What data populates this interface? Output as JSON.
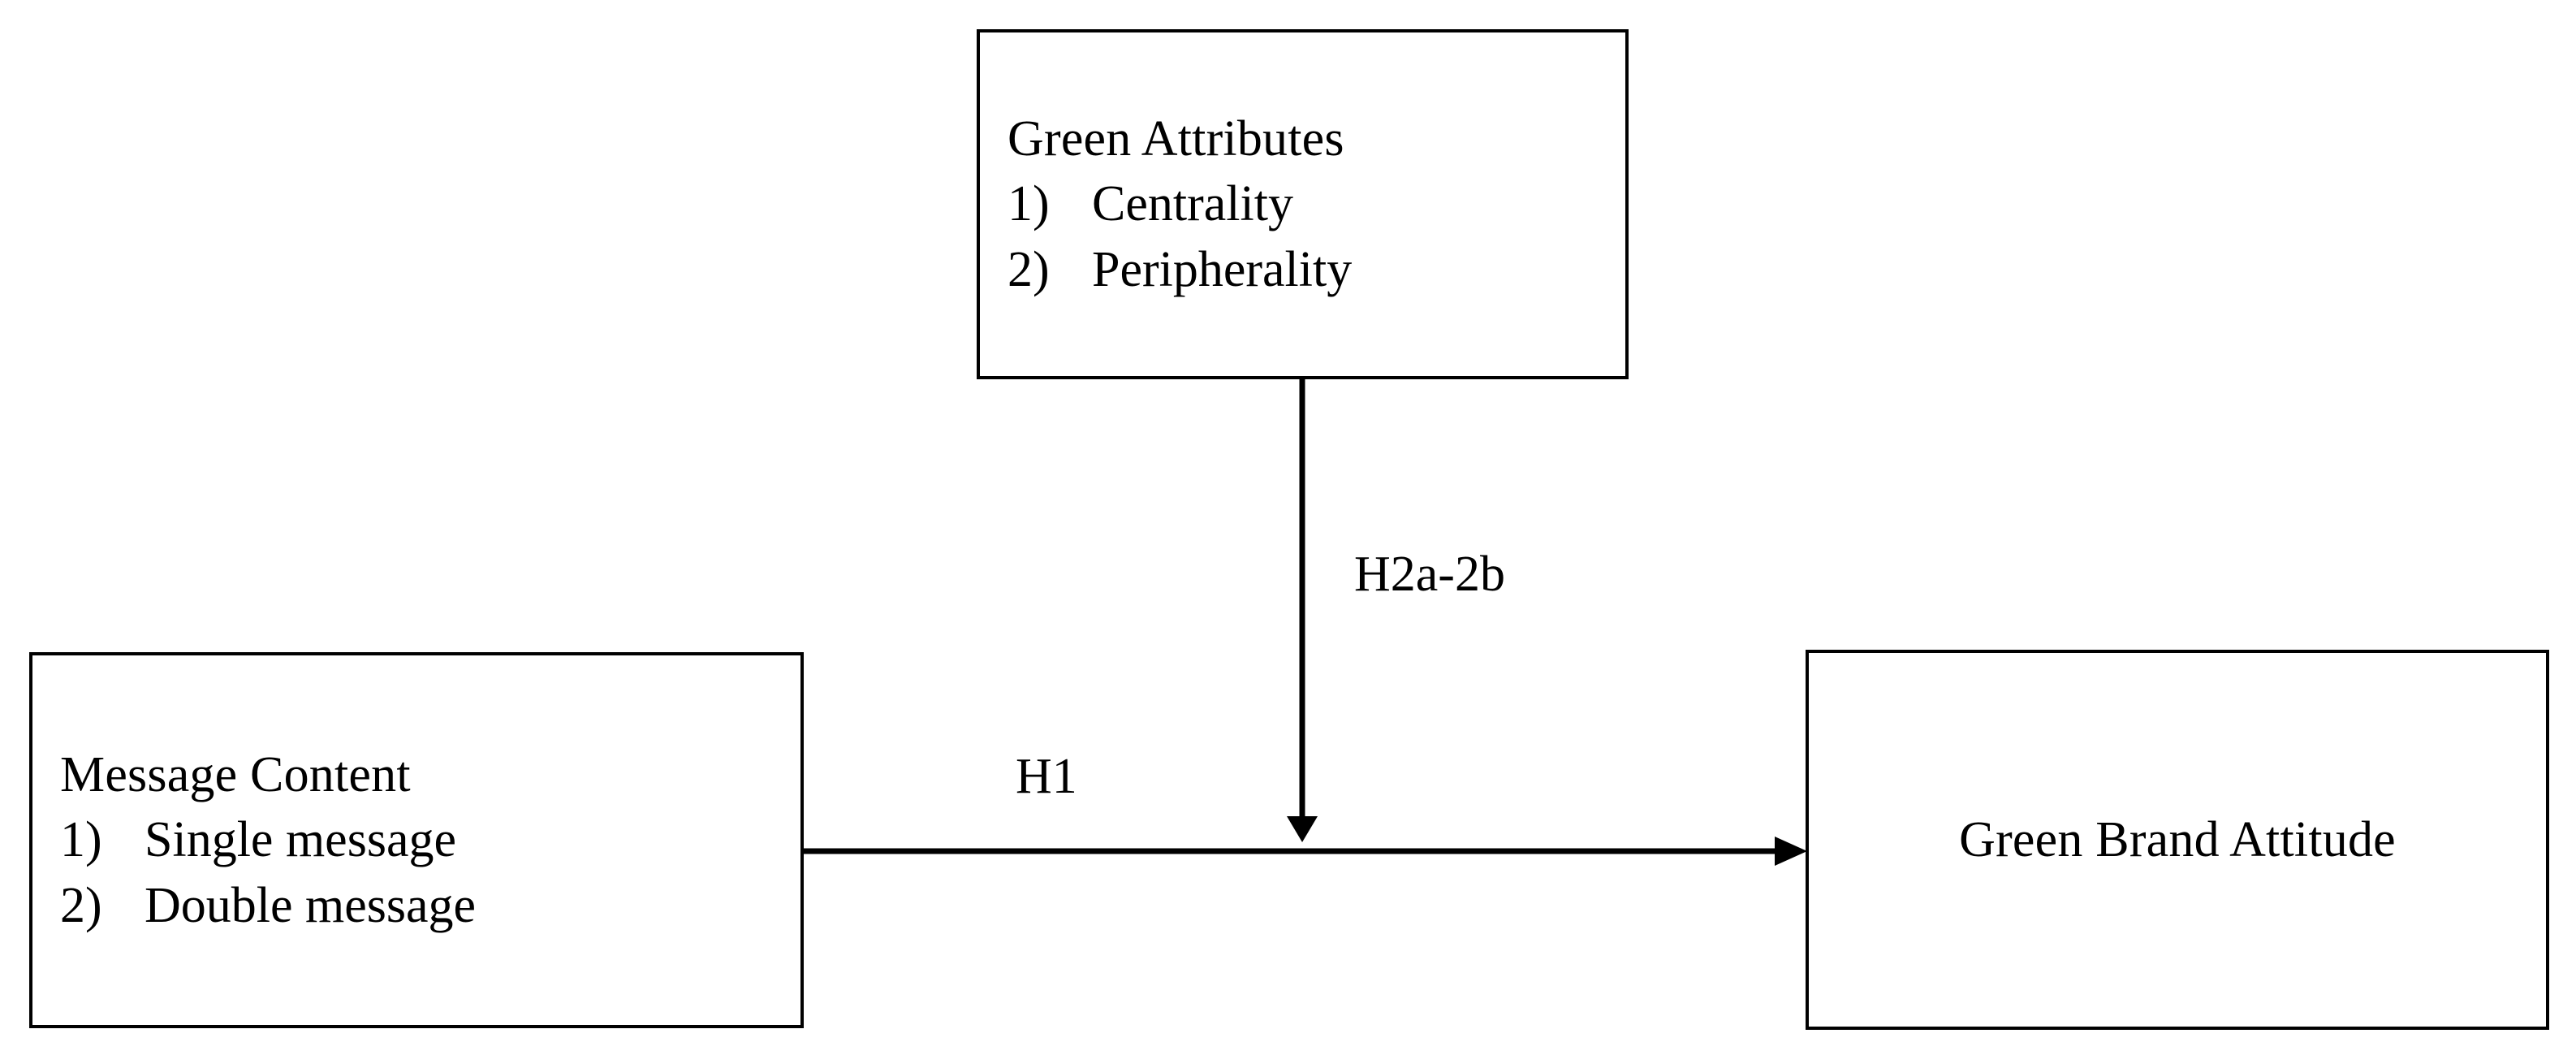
{
  "figure": {
    "type": "conceptual-model-diagram",
    "background_color": "#ffffff",
    "line_color": "#000000",
    "nodes": [
      {
        "id": "green-attributes",
        "title": "Green Attributes",
        "items": [
          {
            "marker": "1)",
            "text": "Centrality"
          },
          {
            "marker": "2)",
            "text": "Peripherality"
          }
        ]
      },
      {
        "id": "message-content",
        "title": "Message Content",
        "items": [
          {
            "marker": "1)",
            "text": "Single message"
          },
          {
            "marker": "2)",
            "text": "Double message"
          }
        ]
      },
      {
        "id": "green-brand-attitude",
        "title": "Green Brand Attitude",
        "items": []
      }
    ],
    "edges": [
      {
        "id": "h1",
        "label": "H1",
        "from": "message-content",
        "to": "green-brand-attitude",
        "direction": "horizontal-right"
      },
      {
        "id": "h2",
        "label": "H2a-2b",
        "from": "green-attributes",
        "to": "h1",
        "direction": "vertical-down"
      }
    ]
  }
}
